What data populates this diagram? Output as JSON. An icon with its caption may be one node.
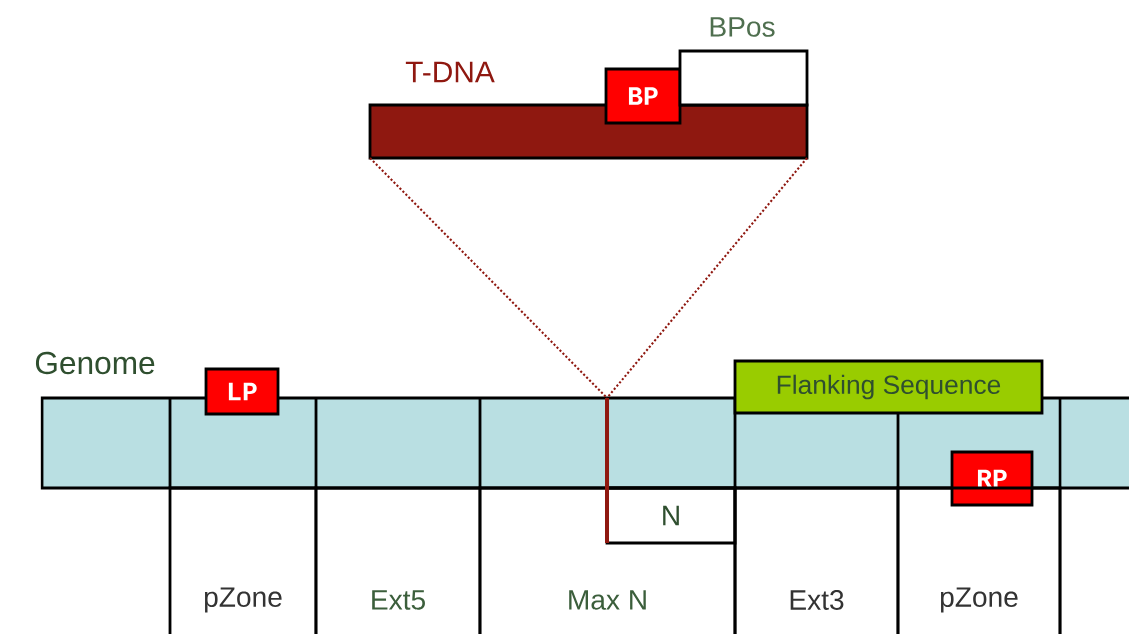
{
  "diagram": {
    "nodes": [
      {
        "text": [
          "T-DNA"
        ]
      },
      {
        "text": [
          "BP"
        ]
      },
      {
        "text": [
          "BPos"
        ]
      },
      {
        "text": [
          "Genome"
        ]
      },
      {
        "text": [
          "LP"
        ]
      },
      {
        "text": [
          "Flanking Sequence"
        ]
      },
      {
        "text": [
          "RP"
        ]
      },
      {
        "text": [
          "pZone"
        ]
      },
      {
        "text": [
          "Ext5"
        ]
      },
      {
        "text": [
          "Max N"
        ]
      },
      {
        "text": [
          "N"
        ],
        "in": 9
      },
      {
        "text": [
          "Ext3"
        ]
      },
      {
        "text": [
          "pZone"
        ]
      }
    ],
    "edges": [
      {
        "from": 0,
        "to": 3,
        "arrow": "none",
        "style": "dashed"
      },
      {
        "from": 0,
        "to": 3,
        "arrow": "none",
        "style": "dashed"
      }
    ]
  }
}
